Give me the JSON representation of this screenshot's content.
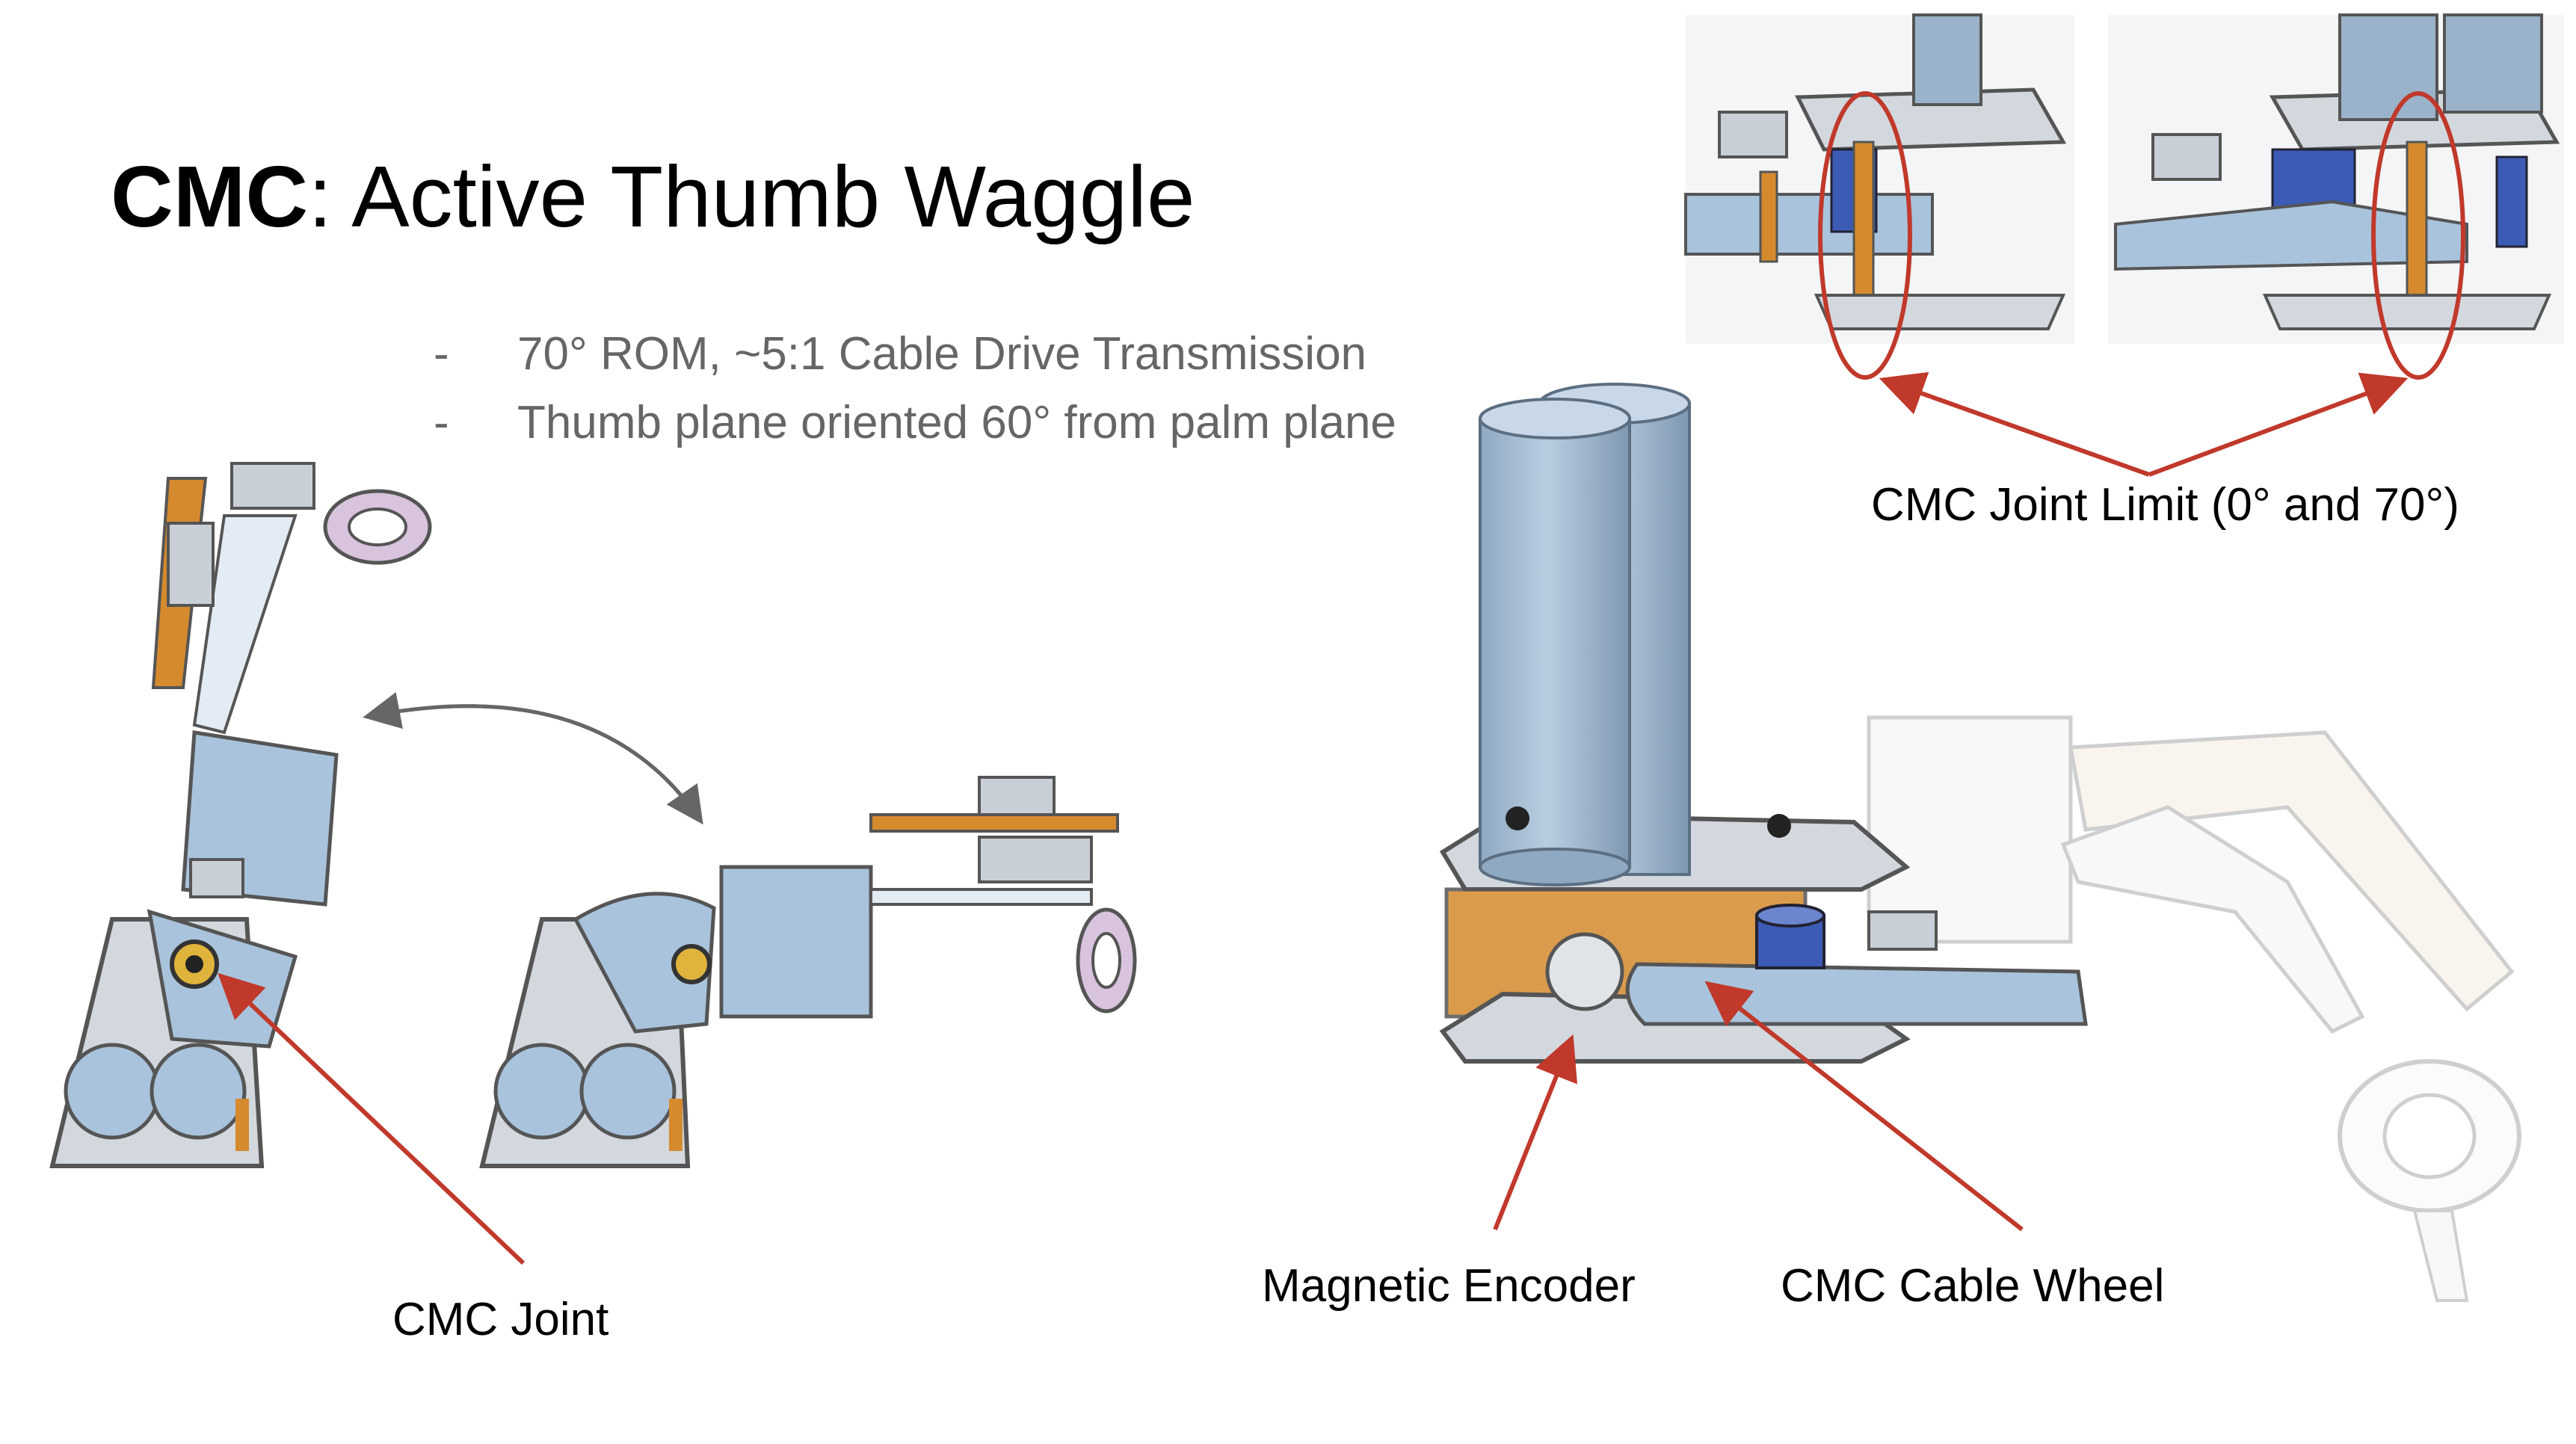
{
  "slide": {
    "title_bold": "CMC",
    "title_rest": ": Active Thumb Waggle",
    "bullets": [
      "70° ROM, ~5:1 Cable Drive Transmission",
      "Thumb plane oriented 60° from palm plane"
    ]
  },
  "labels": {
    "cmc_joint": "CMC Joint",
    "joint_limit": "CMC Joint Limit (0° and 70°)",
    "magnetic_encoder": "Magnetic Encoder",
    "cable_wheel": "CMC Cable Wheel"
  },
  "colors": {
    "annotation": "#c0392b",
    "part_blue": "#a9c3dc",
    "part_metal": "#c9cfd6",
    "part_orange": "#d58a2e",
    "bullet_text": "#666666"
  }
}
